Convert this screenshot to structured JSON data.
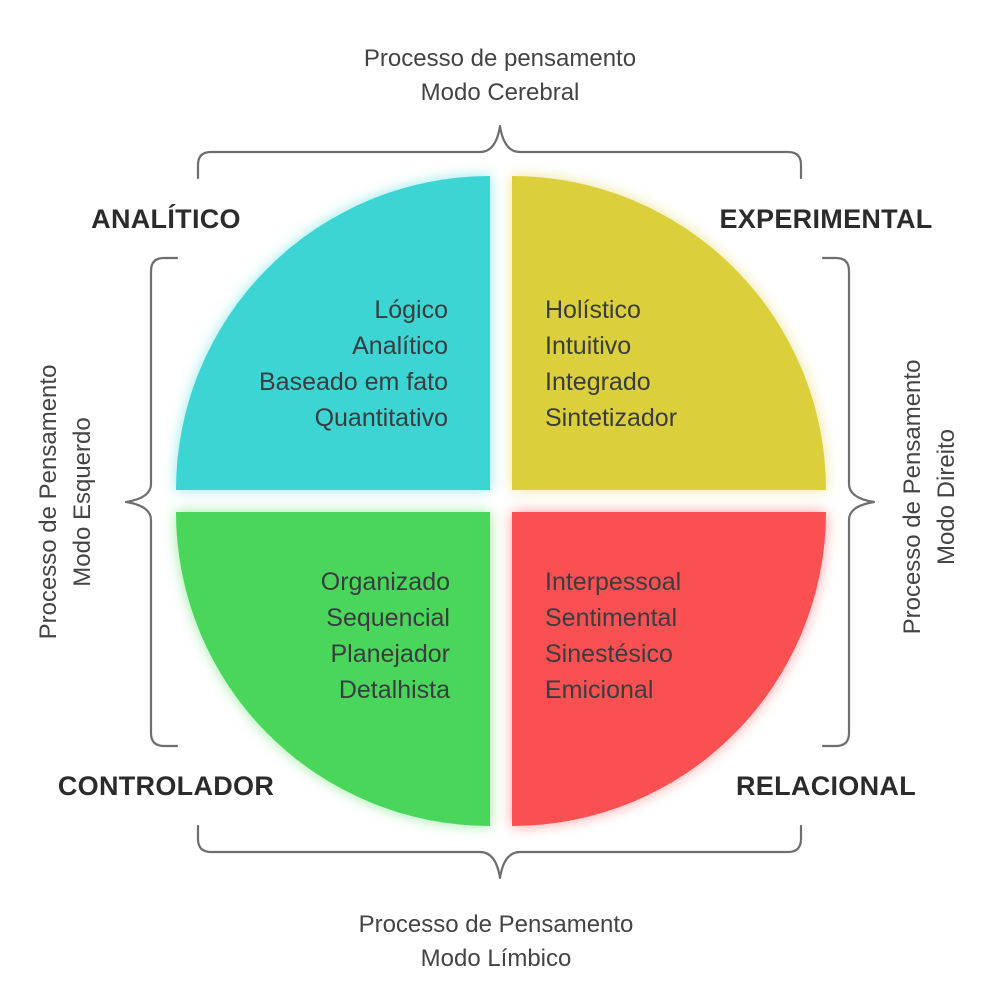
{
  "top_caption": {
    "line1": "Processo de pensamento",
    "line2": "Modo Cerebral"
  },
  "bottom_caption": {
    "line1": "Processo de Pensamento",
    "line2": "Modo Límbico"
  },
  "left_caption": {
    "line1": "Processo de Pensamento",
    "line2": "Modo Esquerdo"
  },
  "right_caption": {
    "line1": "Processo de Pensamento",
    "line2": "Modo Direito"
  },
  "quadrants": {
    "top_left": {
      "title": "ANALÍTICO",
      "color": "#3dd5d3",
      "items": [
        "Lógico",
        "Analítico",
        "Baseado em fato",
        "Quantitativo"
      ]
    },
    "top_right": {
      "title": "EXPERIMENTAL",
      "color": "#dccf3c",
      "items": [
        "Holístico",
        "Intuitivo",
        "Integrado",
        "Sintetizador"
      ]
    },
    "bottom_left": {
      "title": "CONTROLADOR",
      "color": "#4ad65a",
      "items": [
        "Organizado",
        "Sequencial",
        "Planejador",
        "Detalhista"
      ]
    },
    "bottom_right": {
      "title": "RELACIONAL",
      "color": "#fb5052",
      "items": [
        "Interpessoal",
        "Sentimental",
        "Sinestésico",
        "Emicional"
      ]
    }
  }
}
